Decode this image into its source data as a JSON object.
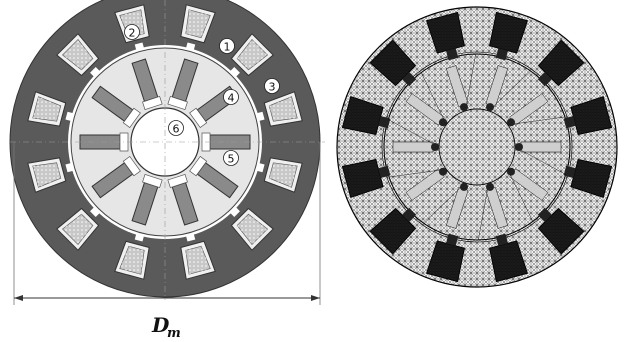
{
  "figure": {
    "dimension_label": "D",
    "dimension_subscript": "m",
    "callouts": [
      {
        "id": 1,
        "label": "1"
      },
      {
        "id": 2,
        "label": "2"
      },
      {
        "id": 3,
        "label": "3"
      },
      {
        "id": 4,
        "label": "4"
      },
      {
        "id": 5,
        "label": "5"
      },
      {
        "id": 6,
        "label": "6"
      }
    ],
    "stator_slot_count": 12,
    "rotor_magnet_count": 10,
    "colors": {
      "stator": "#5a5a5a",
      "rotor_bg": "#e6e6e6",
      "coil": "#c8c8c8",
      "magnet": "#8a8a8a",
      "mesh_bg": "#f2f2f2",
      "mesh_line": "#1a1a1a"
    }
  }
}
